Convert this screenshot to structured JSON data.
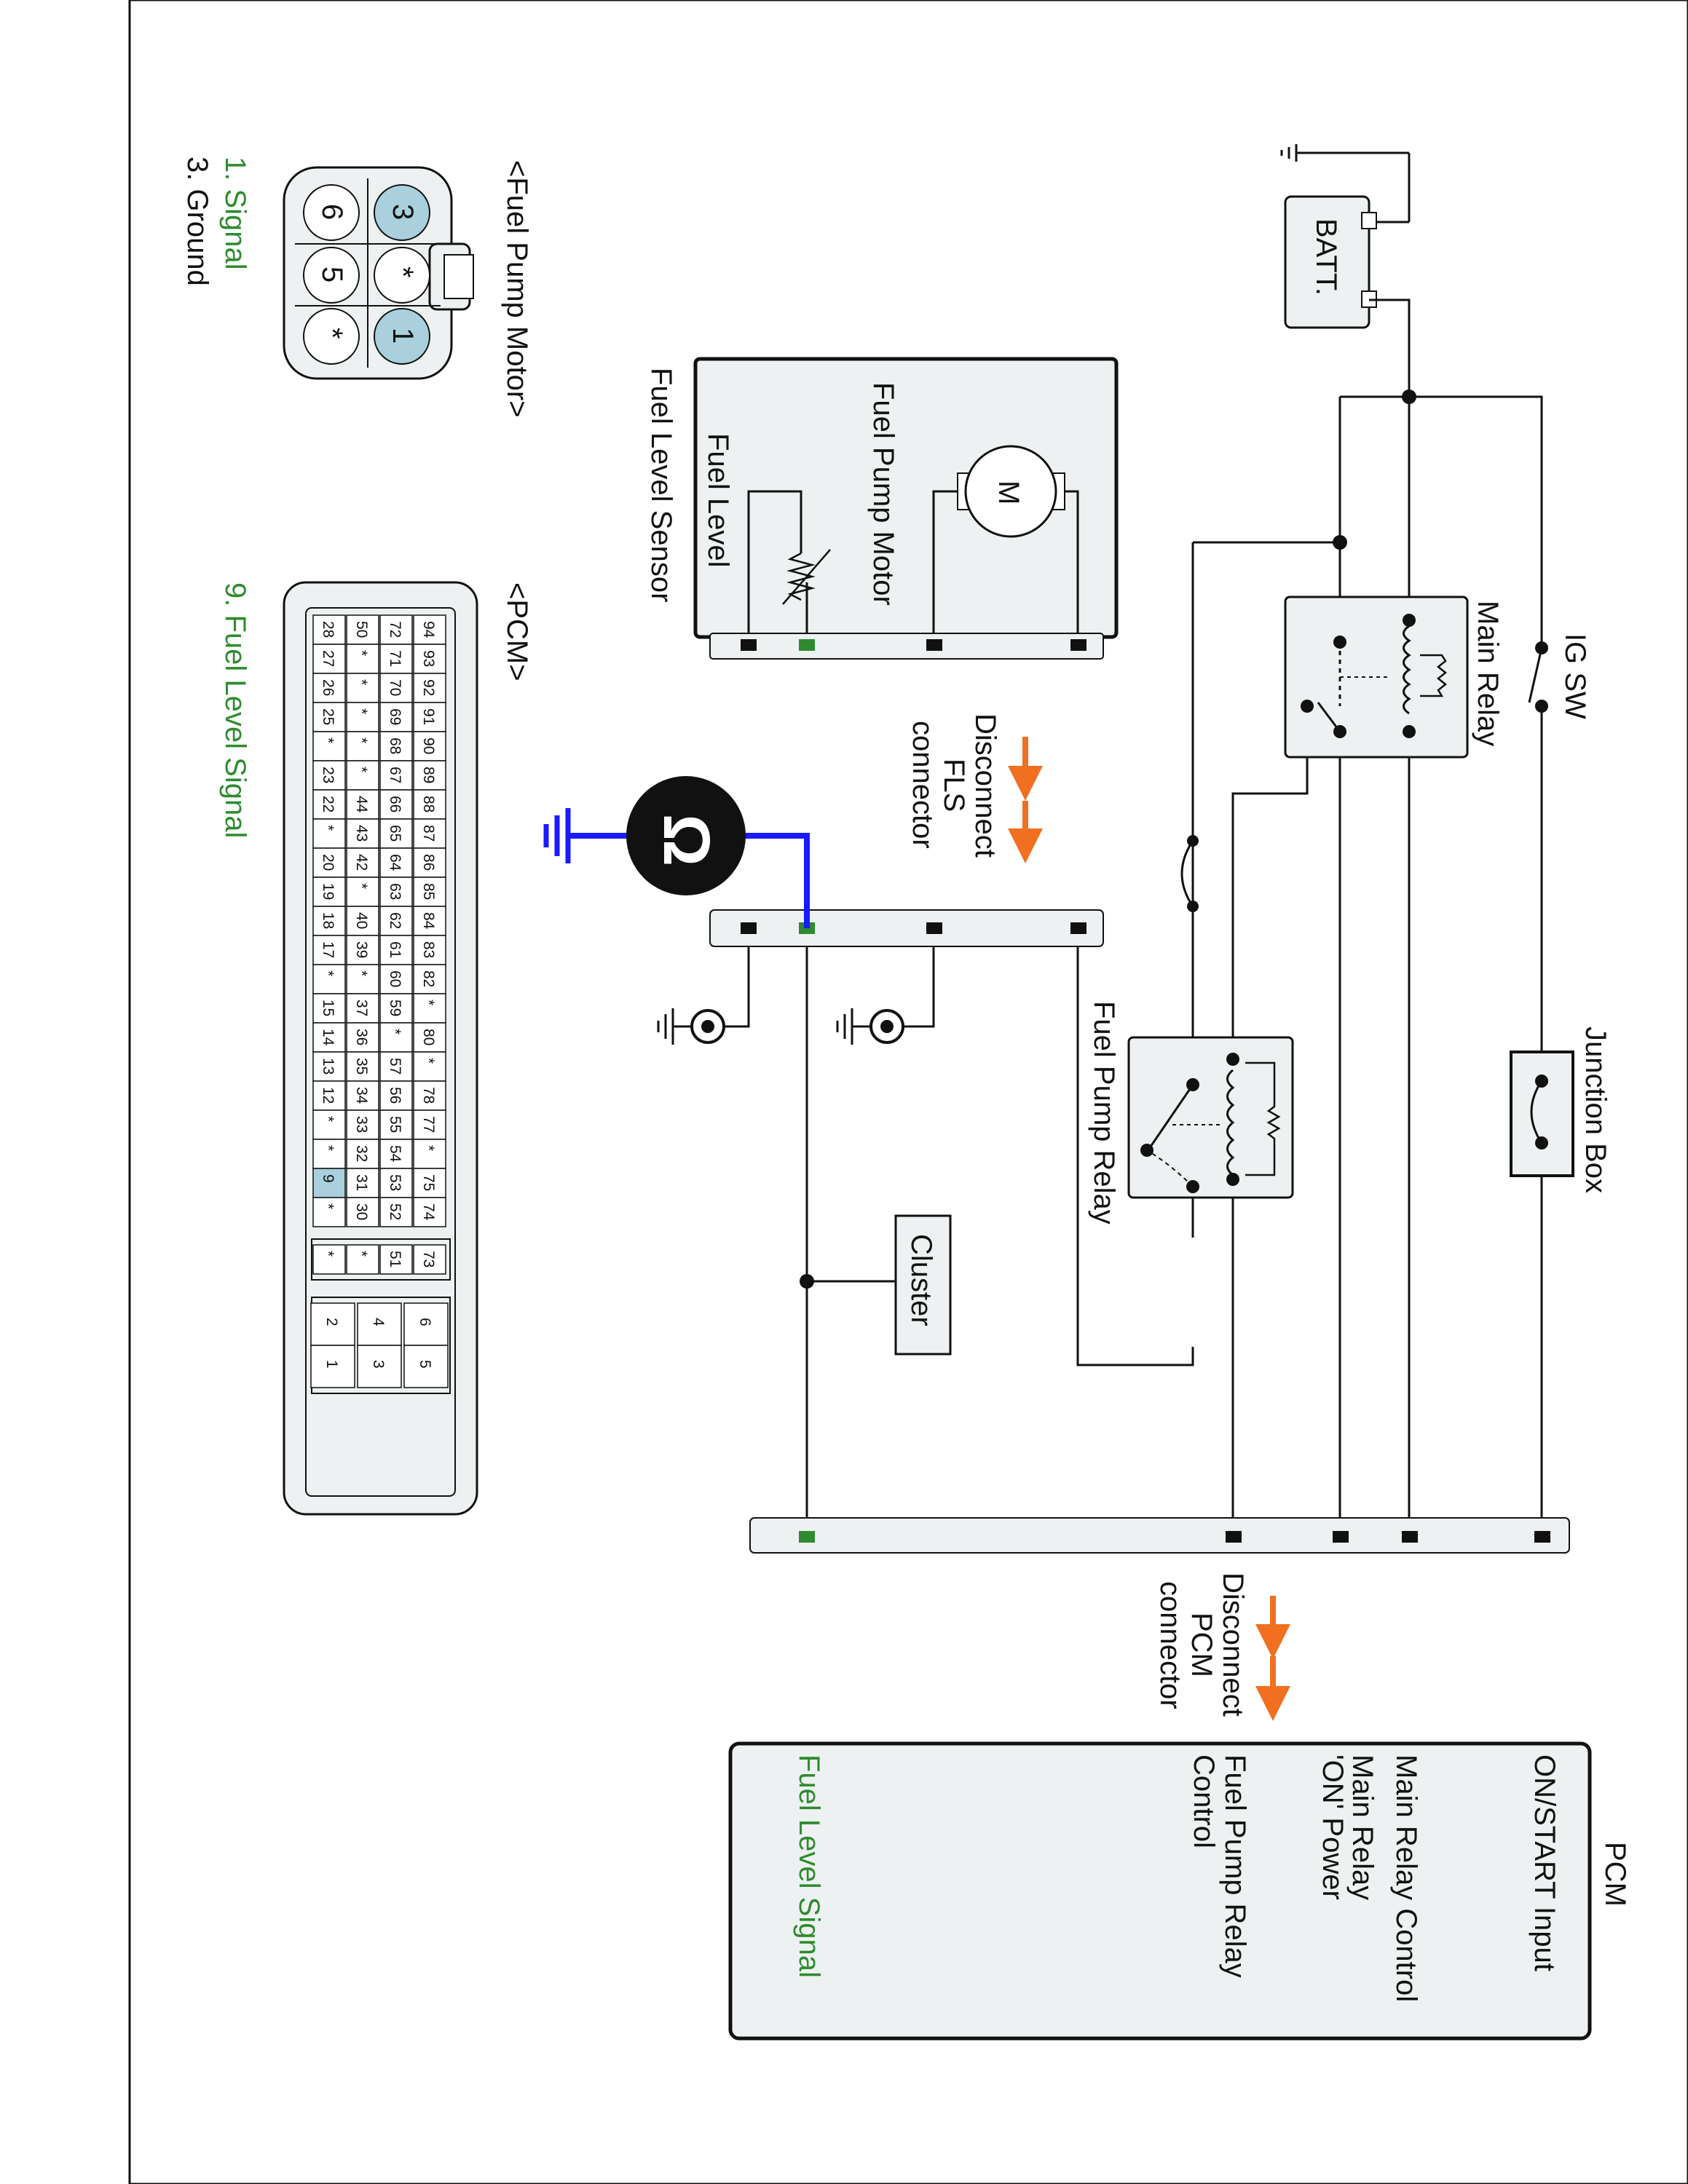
{
  "colors": {
    "signal_green": "#2e8b2e",
    "ground_blue": "#1a1aff",
    "disconnect_orange": "#f07020",
    "highlight_pin": "#a9d0dc",
    "component_fill": "#eef1f1"
  },
  "labels": {
    "batt": "BATT.",
    "ig_sw": "IG SW",
    "main_relay": "Main Relay",
    "junction_box": "Junction Box",
    "fuel_pump_relay": "Fuel Pump Relay",
    "cluster": "Cluster",
    "fuel_pump_motor": "Fuel Pump Motor",
    "fuel_level": "Fuel Level",
    "fuel_level_sensor": "Fuel Level Sensor",
    "motor_symbol": "M",
    "disconnect_fls": [
      "Disconnect",
      "FLS",
      "connector"
    ],
    "disconnect_pcm": [
      "Disconnect",
      "PCM",
      "connector"
    ],
    "ohm_symbol": "Ω"
  },
  "pcm_box": {
    "title": "PCM",
    "lines": [
      "ON/START Input",
      "Main Relay Control",
      "Main Relay",
      "'ON' Power",
      "Fuel Pump Relay",
      "Control"
    ],
    "signal": "Fuel Level Signal"
  },
  "fpm_connector": {
    "title": "<Fuel Pump Motor>",
    "pins": [
      "3",
      "*",
      "1",
      "6",
      "5",
      "*"
    ],
    "highlighted": [
      "1",
      "3"
    ],
    "legend": [
      "1. Signal",
      "3. Ground"
    ]
  },
  "pcm_connector": {
    "title": "<PCM>",
    "legend": "9. Fuel Level Signal",
    "rows": [
      [
        "94",
        "93",
        "92",
        "91",
        "90",
        "89",
        "88",
        "87",
        "86",
        "85",
        "84",
        "83",
        "82",
        "*",
        "80",
        "*",
        "78",
        "77",
        "*",
        "75",
        "74"
      ],
      [
        "72",
        "71",
        "70",
        "69",
        "68",
        "67",
        "66",
        "65",
        "64",
        "63",
        "62",
        "61",
        "60",
        "59",
        "*",
        "57",
        "56",
        "55",
        "54",
        "53",
        "52"
      ],
      [
        "50",
        "*",
        "*",
        "*",
        "*",
        "*",
        "44",
        "43",
        "42",
        "*",
        "40",
        "39",
        "*",
        "37",
        "36",
        "35",
        "34",
        "33",
        "32",
        "31",
        "30"
      ],
      [
        "28",
        "27",
        "26",
        "25",
        "*",
        "23",
        "22",
        "*",
        "20",
        "19",
        "18",
        "17",
        "*",
        "15",
        "14",
        "13",
        "12",
        "*",
        "*",
        "9",
        "*"
      ]
    ],
    "small_block": [
      "73",
      "51",
      "*",
      "*"
    ],
    "bottom_block": [
      [
        "6",
        "5"
      ],
      [
        "4",
        "3"
      ],
      [
        "2",
        "1"
      ]
    ],
    "highlighted": [
      "9"
    ]
  }
}
